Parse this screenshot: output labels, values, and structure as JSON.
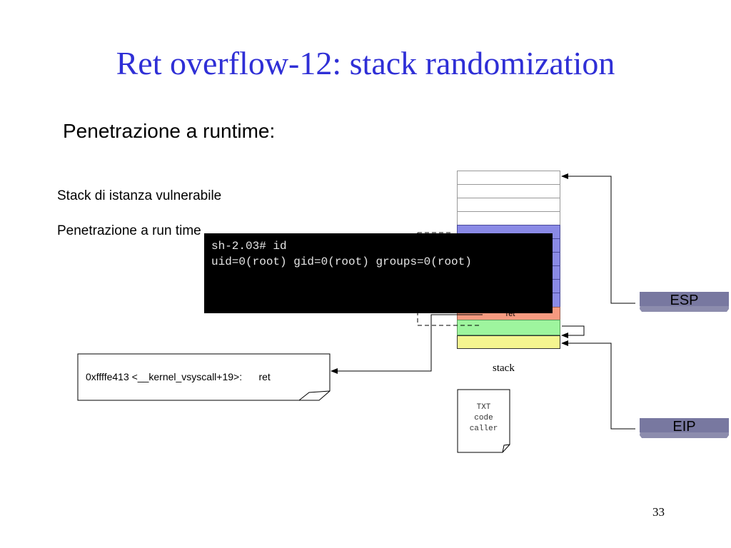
{
  "slide": {
    "title": "Ret overflow-12: stack randomization",
    "subtitle": "Penetrazione a runtime:",
    "bullets": [
      "Stack di istanza vulnerabile",
      "Penetrazione a run time"
    ],
    "page_number": "33"
  },
  "terminal": {
    "lines": [
      "sh-2.03# id",
      "uid=0(root) gid=0(root) groups=0(root)"
    ]
  },
  "stack": {
    "label": "stack",
    "ret_label": "ret",
    "cell_colors": {
      "empty": "#ffffff",
      "payload": "#8a8ae6",
      "ret": "#f59a80",
      "saved": "#9ef59e",
      "caller": "#f5f590"
    }
  },
  "note": {
    "text": "0xffffe413 <__kernel_vsyscall+19>:      ret"
  },
  "caller_note": {
    "lines": [
      "TXT",
      "code",
      "caller"
    ]
  },
  "registers": {
    "esp": "ESP",
    "eip": "EIP",
    "color": "#8c8cad"
  },
  "colors": {
    "title": "#2f2fd6"
  }
}
